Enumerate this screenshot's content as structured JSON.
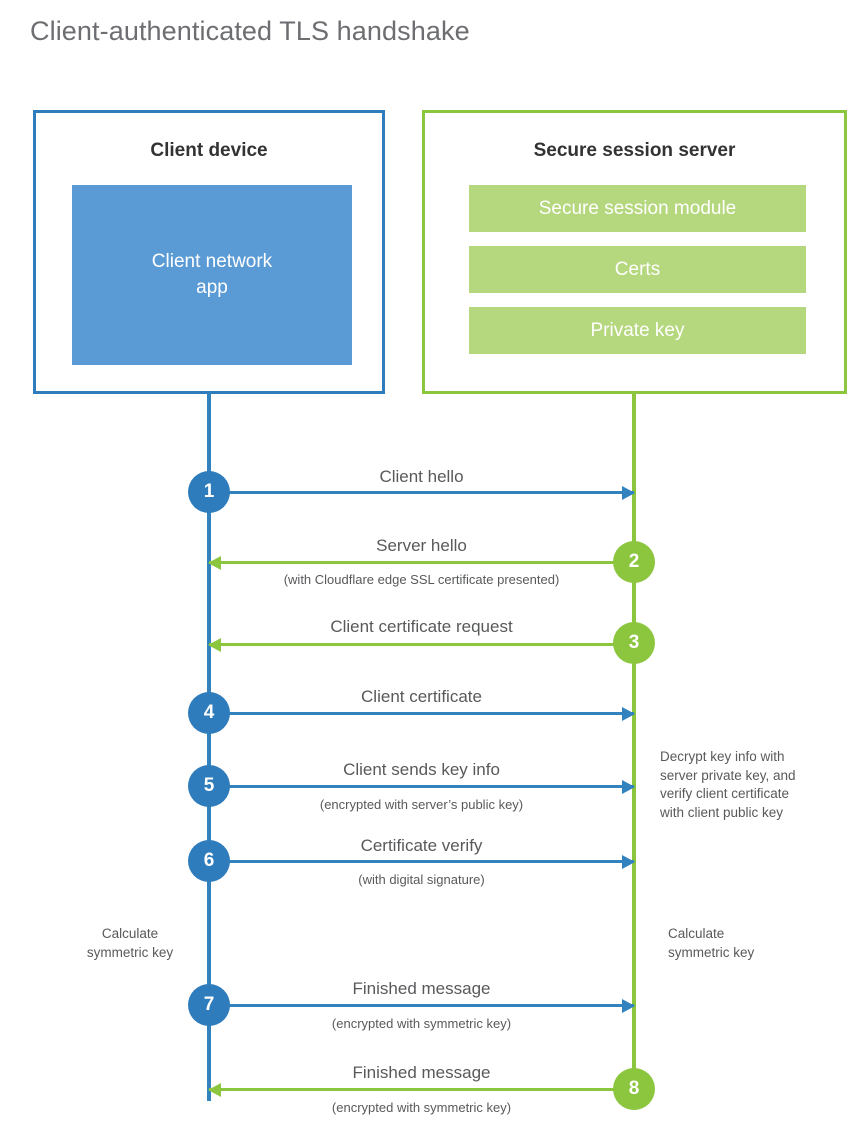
{
  "title": "Client-authenticated TLS handshake",
  "colors": {
    "blue_dark": "#2e7cbb",
    "blue_line": "#3182bd",
    "blue_light": "#5b9bd5",
    "green_dark": "#8cc63f",
    "green_light": "#b5d77d",
    "text": "#58595b",
    "title_text": "#6d6e71"
  },
  "parties": {
    "client": {
      "title": "Client device",
      "app_label": "Client network\napp"
    },
    "server": {
      "title": "Secure session server",
      "components": [
        "Secure session module",
        "Certs",
        "Private key"
      ]
    }
  },
  "chart_data": {
    "type": "diagram",
    "diagram_kind": "sequence",
    "actors": [
      "Client device",
      "Secure session server"
    ],
    "steps": [
      {
        "number": "1",
        "label": "Client hello",
        "sub": "",
        "direction": "client-to-server",
        "color": "blue"
      },
      {
        "number": "2",
        "label": "Server hello",
        "sub": "(with Cloudflare edge SSL certificate presented)",
        "direction": "server-to-client",
        "color": "green"
      },
      {
        "number": "3",
        "label": "Client certificate request",
        "sub": "",
        "direction": "server-to-client",
        "color": "green"
      },
      {
        "number": "4",
        "label": "Client certificate",
        "sub": "",
        "direction": "client-to-server",
        "color": "blue"
      },
      {
        "number": "5",
        "label": "Client sends key info",
        "sub": "(encrypted with server’s public key)",
        "direction": "client-to-server",
        "color": "blue"
      },
      {
        "number": "6",
        "label": "Certificate verify",
        "sub": "(with digital signature)",
        "direction": "client-to-server",
        "color": "blue"
      },
      {
        "number": "7",
        "label": "Finished message",
        "sub": "(encrypted with symmetric key)",
        "direction": "client-to-server",
        "color": "blue"
      },
      {
        "number": "8",
        "label": "Finished message",
        "sub": "(encrypted with symmetric key)",
        "direction": "server-to-client",
        "color": "green"
      }
    ]
  },
  "annotations": {
    "server_decrypt": "Decrypt key info with\nserver private key, and\nverify client certificate\nwith client public key",
    "client_calc": "Calculate\nsymmetric key",
    "server_calc": "Calculate\nsymmetric key"
  }
}
